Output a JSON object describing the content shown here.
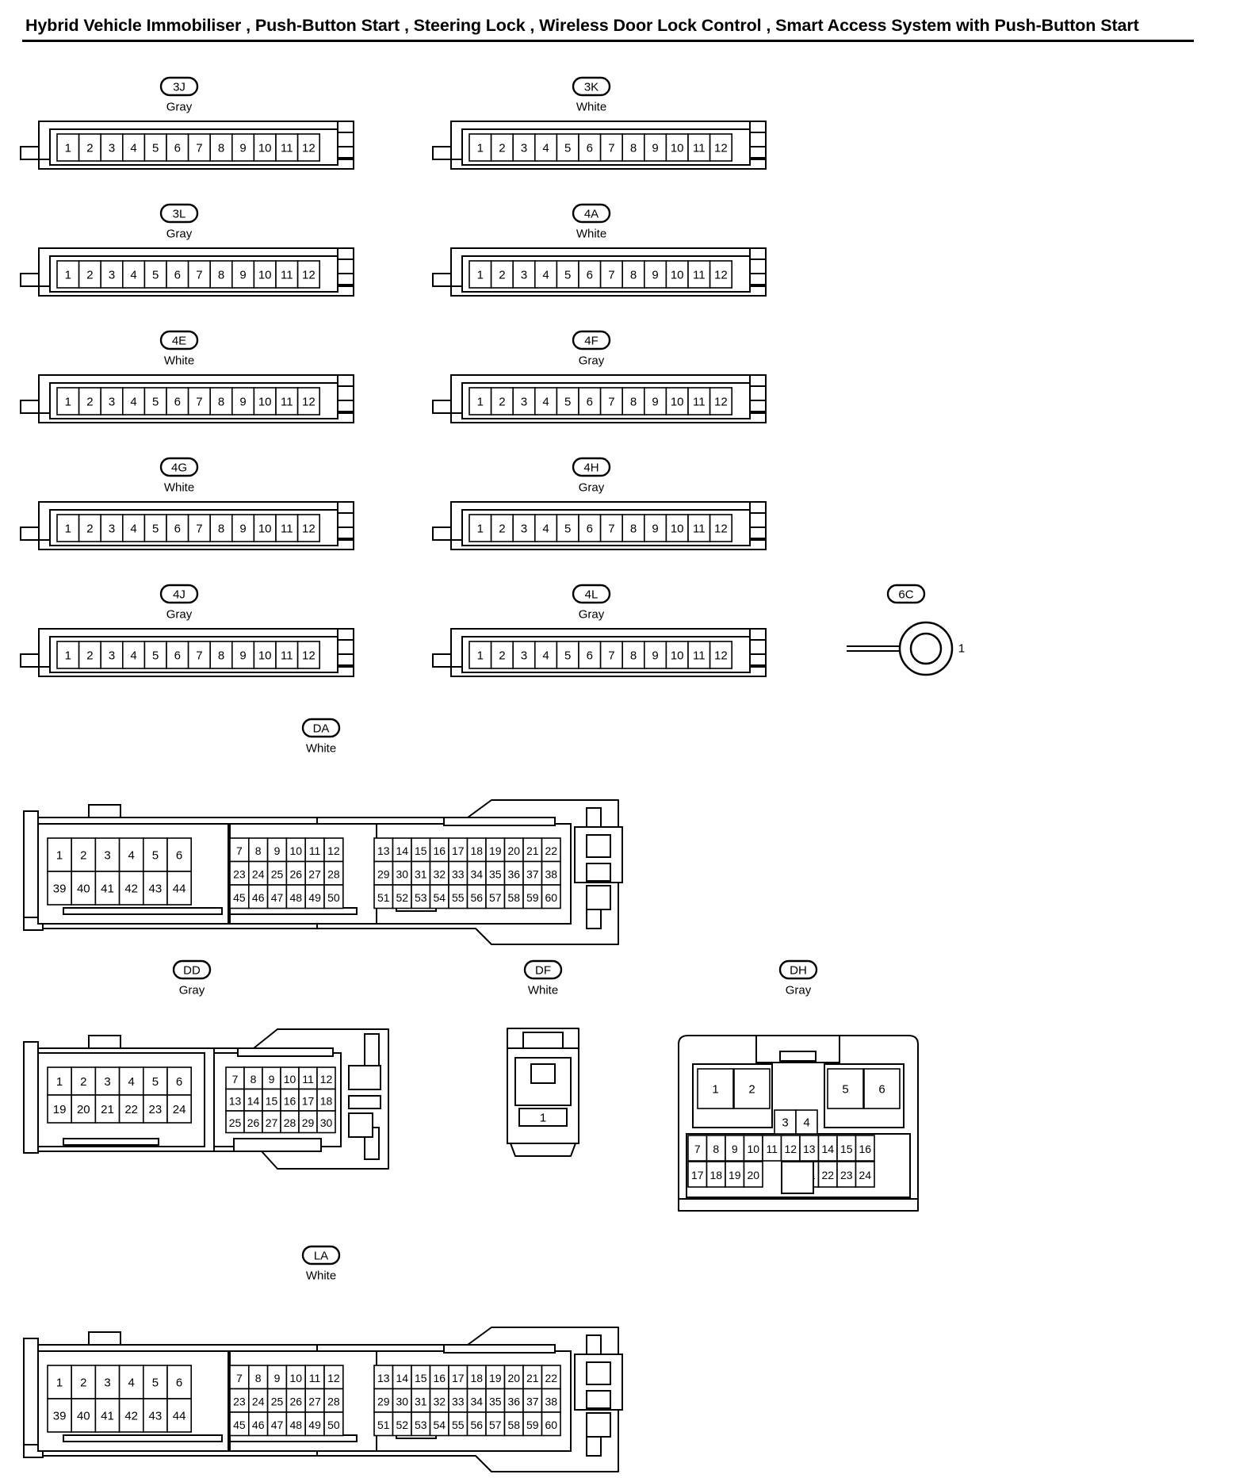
{
  "title": "Hybrid Vehicle Immobiliser , Push-Button Start , Steering Lock , Wireless Door Lock Control , Smart Access System with Push-Button Start",
  "connectors": [
    {
      "id": "3J",
      "color": "Gray",
      "pins": 12
    },
    {
      "id": "3K",
      "color": "White",
      "pins": 12
    },
    {
      "id": "3L",
      "color": "Gray",
      "pins": 12
    },
    {
      "id": "4A",
      "color": "White",
      "pins": 12
    },
    {
      "id": "4E",
      "color": "White",
      "pins": 12
    },
    {
      "id": "4F",
      "color": "Gray",
      "pins": 12
    },
    {
      "id": "4G",
      "color": "White",
      "pins": 12
    },
    {
      "id": "4H",
      "color": "Gray",
      "pins": 12
    },
    {
      "id": "4J",
      "color": "Gray",
      "pins": 12
    },
    {
      "id": "4L",
      "color": "Gray",
      "pins": 12
    },
    {
      "id": "6C",
      "color": "",
      "pins": 1,
      "pin_label": "1"
    },
    {
      "id": "DA",
      "color": "White",
      "pins": 60
    },
    {
      "id": "DD",
      "color": "Gray",
      "pins": 30
    },
    {
      "id": "DF",
      "color": "White",
      "pins": 1,
      "pin_label": "1"
    },
    {
      "id": "DH",
      "color": "Gray",
      "pins": 24
    },
    {
      "id": "LA",
      "color": "White",
      "pins": 60
    }
  ]
}
